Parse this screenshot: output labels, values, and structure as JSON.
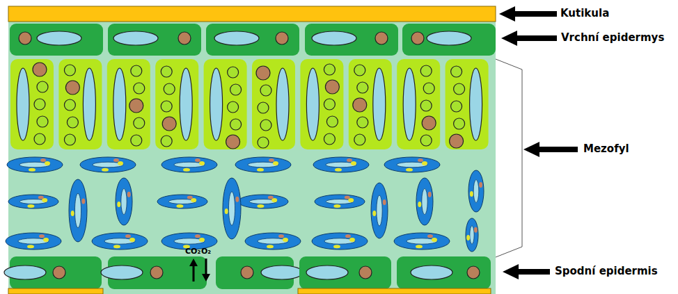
{
  "diagram": {
    "labels": [
      "Kutikula",
      "Vrchní epidermys",
      "Mezofyl",
      "Spodní epidermis",
      "CO₂",
      "O₂"
    ]
  }
}
